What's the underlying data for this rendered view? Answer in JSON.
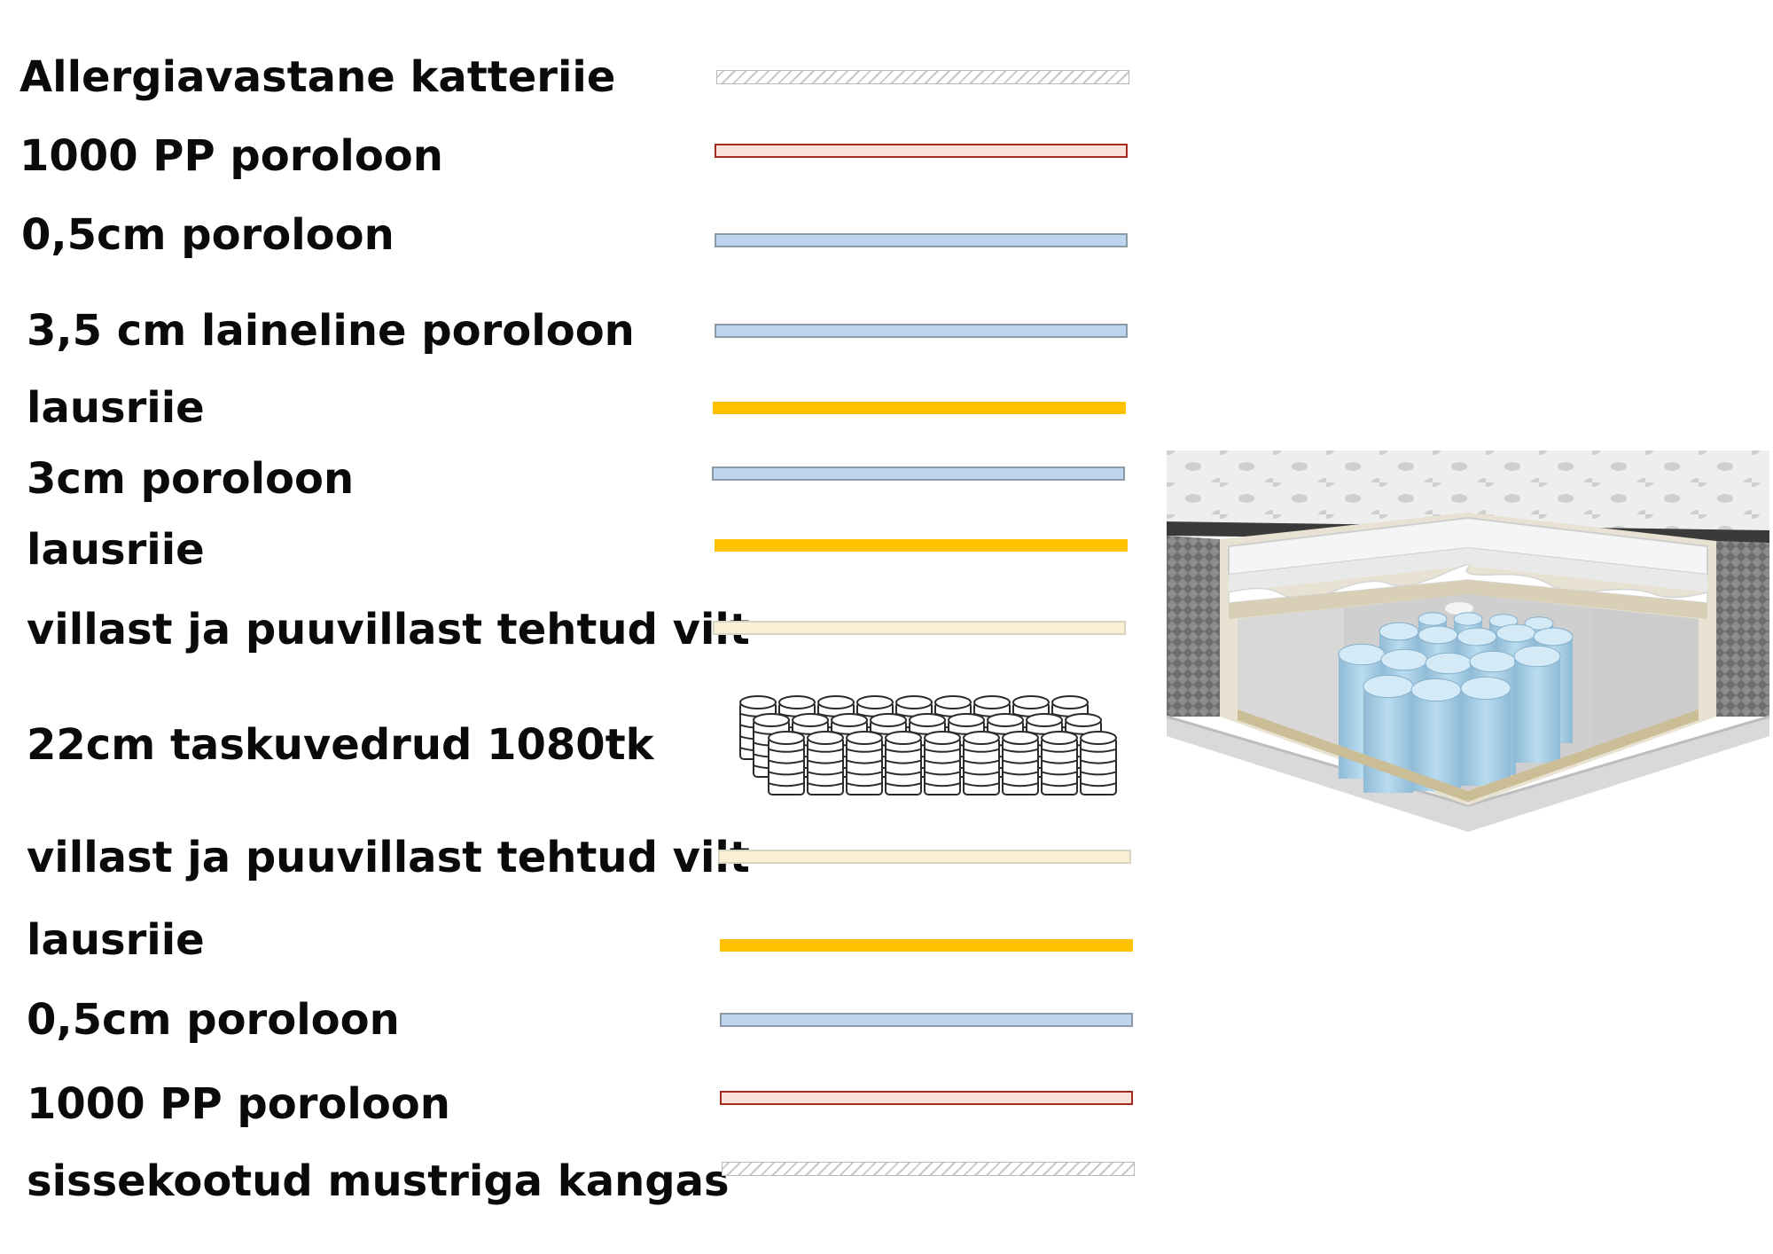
{
  "layers": [
    {
      "label": "Allergiavastane katteriie",
      "kind": "knit"
    },
    {
      "label": "1000 PP poroloon",
      "kind": "red"
    },
    {
      "label": "0,5cm poroloon",
      "kind": "blue"
    },
    {
      "label": "3,5 cm laineline poroloon",
      "kind": "blue"
    },
    {
      "label": "lausriie",
      "kind": "yellow"
    },
    {
      "label": "3cm poroloon",
      "kind": "blue"
    },
    {
      "label": "lausriie",
      "kind": "yellow"
    },
    {
      "label": "villast ja puuvillast tehtud vilt",
      "kind": "felt"
    },
    {
      "label": "22cm taskuvedrud 1080tk",
      "kind": "springs"
    },
    {
      "label": "villast ja puuvillast tehtud vilt",
      "kind": "felt"
    },
    {
      "label": "lausriie",
      "kind": "yellow"
    },
    {
      "label": "0,5cm poroloon",
      "kind": "blue"
    },
    {
      "label": "1000 PP poroloon",
      "kind": "red"
    },
    {
      "label": "sissekootud mustriga kangas",
      "kind": "knit"
    }
  ],
  "colors": {
    "foam_red_border": "#a32a22",
    "foam_blue": "#bdd5ee",
    "nonwoven_yellow": "#ffc000",
    "felt": "#fbf0d3",
    "spring_blue": "#a9cde3"
  },
  "illustration": "mattress-cutaway-with-pocket-springs"
}
